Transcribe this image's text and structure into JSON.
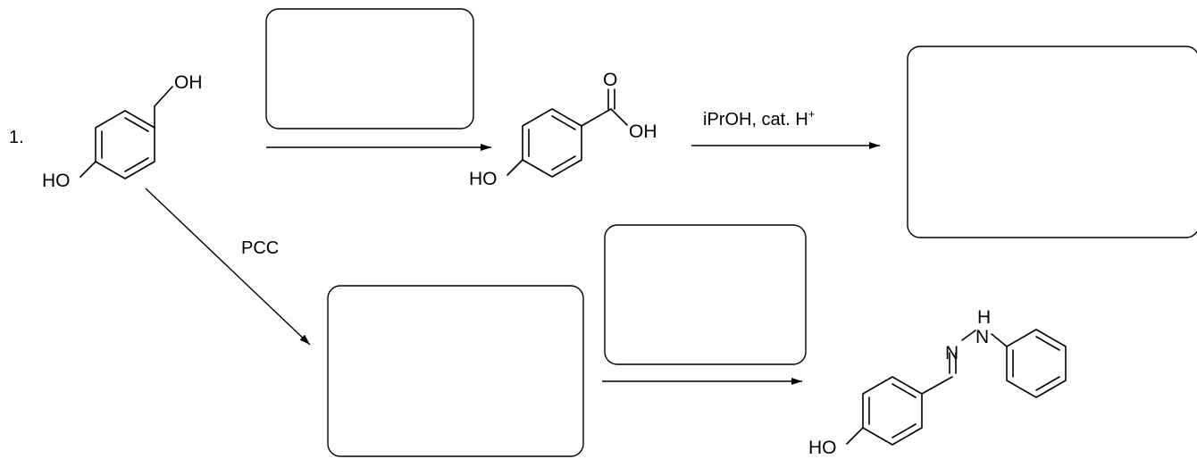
{
  "problem_number": "1.",
  "atoms": {
    "oh": "OH",
    "ho": "HO",
    "o": "O",
    "n": "N",
    "h": "H"
  },
  "reagents": {
    "esterification": {
      "text": "iPrOH, cat. H",
      "superscript": "+"
    },
    "oxidation": "PCC"
  },
  "colors": {
    "ink": "#000000",
    "background": "#ffffff"
  }
}
